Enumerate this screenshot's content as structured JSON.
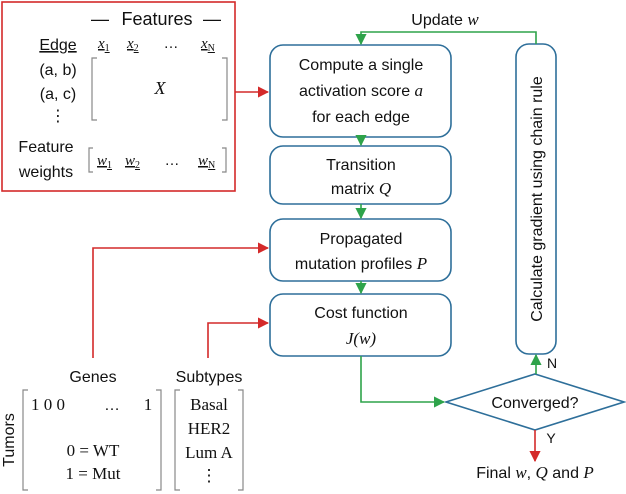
{
  "colors": {
    "box_stroke": "#2e6f9a",
    "green": "#2ea34a",
    "red": "#d42a2a",
    "text": "#111111",
    "bracket": "#888888"
  },
  "features_panel": {
    "title": "Features",
    "edge_header": "Edge",
    "feature_cols": [
      "x",
      "x",
      "…",
      "x"
    ],
    "feature_subs": [
      "1",
      "2",
      "",
      "N"
    ],
    "rows": [
      "(a, b)",
      "(a, c)",
      "⋮"
    ],
    "matrix_symbol": "X",
    "weights_label_1": "Feature",
    "weights_label_2": "weights",
    "weight_cols": [
      "w",
      "w",
      "…",
      "w"
    ],
    "weight_subs": [
      "1",
      "2",
      "",
      "N"
    ]
  },
  "flow": {
    "box1": {
      "line1": "Compute a single",
      "line2_text": "activation score ",
      "line2_var": "a",
      "line3": "for each edge"
    },
    "box2": {
      "line1": "Transition",
      "line2_text": "matrix ",
      "line2_var": "Q"
    },
    "box3": {
      "line1": "Propagated",
      "line2_text": "mutation profiles ",
      "line2_var": "P"
    },
    "box4": {
      "line1": "Cost function",
      "line2": "J(w)"
    },
    "gradient_box": "Calculate gradient using chain rule",
    "update_text": "Update ",
    "update_var": "w",
    "decision": "Converged?",
    "yes": "Y",
    "no": "N",
    "final_prefix": "Final ",
    "final_w": "w",
    "final_comma": ", ",
    "final_q": "Q",
    "final_and": " and ",
    "final_p": "P"
  },
  "tumor_panel": {
    "genes_label": "Genes",
    "subtypes_label": "Subtypes",
    "tumors_label": "Tumors",
    "row1": "1 0 0",
    "row1_ellipsis": "…",
    "row1_last": "1",
    "legend1": "0 = WT",
    "legend2": "1 = Mut",
    "subtypes": [
      "Basal",
      "HER2",
      "Lum A",
      "⋮"
    ]
  }
}
